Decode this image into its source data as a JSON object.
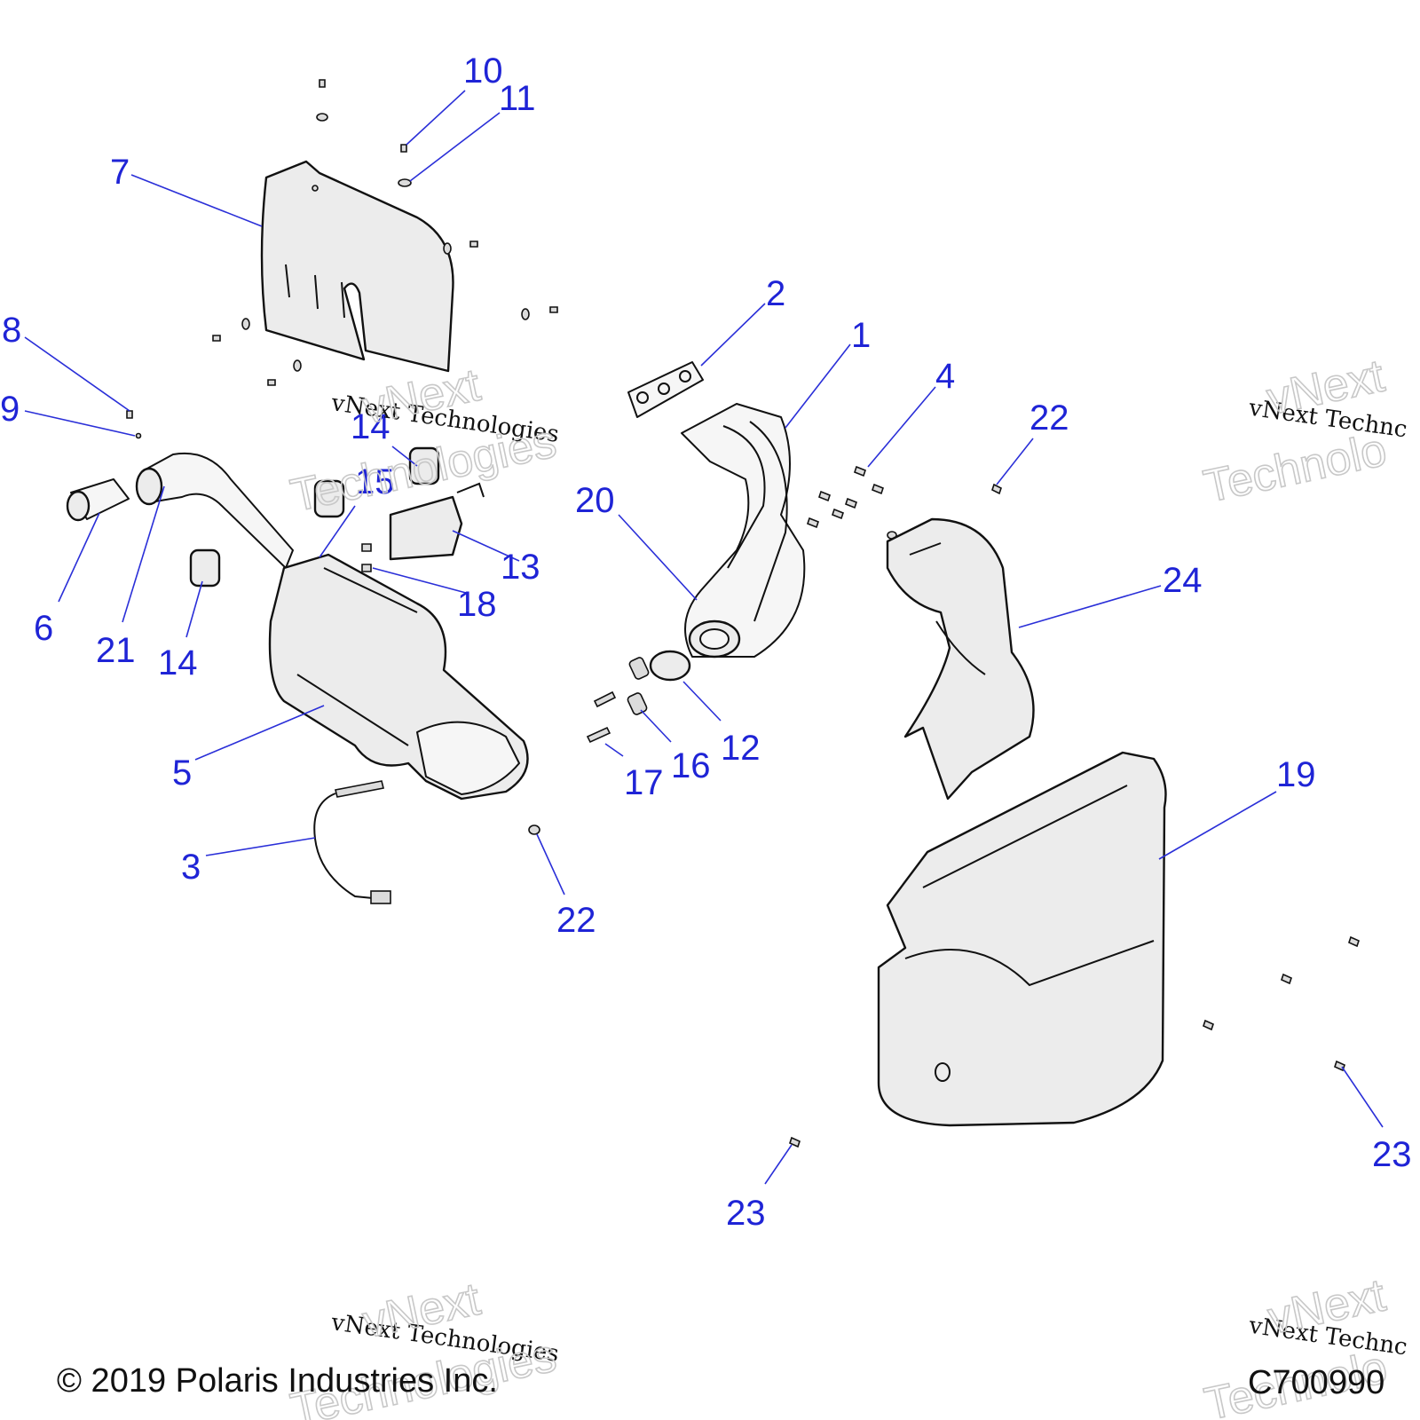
{
  "callouts": [
    {
      "id": "c10",
      "label": "10"
    },
    {
      "id": "c11",
      "label": "11"
    },
    {
      "id": "c7",
      "label": "7"
    },
    {
      "id": "c2",
      "label": "2"
    },
    {
      "id": "c1",
      "label": "1"
    },
    {
      "id": "c8",
      "label": "8"
    },
    {
      "id": "c9",
      "label": "9"
    },
    {
      "id": "c4",
      "label": "4"
    },
    {
      "id": "c22a",
      "label": "22"
    },
    {
      "id": "c14a",
      "label": "14"
    },
    {
      "id": "c15",
      "label": "15"
    },
    {
      "id": "c20",
      "label": "20"
    },
    {
      "id": "c13",
      "label": "13"
    },
    {
      "id": "c24",
      "label": "24"
    },
    {
      "id": "c18",
      "label": "18"
    },
    {
      "id": "c6",
      "label": "6"
    },
    {
      "id": "c21",
      "label": "21"
    },
    {
      "id": "c14b",
      "label": "14"
    },
    {
      "id": "c12",
      "label": "12"
    },
    {
      "id": "c5",
      "label": "5"
    },
    {
      "id": "c16",
      "label": "16"
    },
    {
      "id": "c17",
      "label": "17"
    },
    {
      "id": "c19",
      "label": "19"
    },
    {
      "id": "c3",
      "label": "3"
    },
    {
      "id": "c22b",
      "label": "22"
    },
    {
      "id": "c23a",
      "label": "23"
    },
    {
      "id": "c23b",
      "label": "23"
    }
  ],
  "watermark": {
    "line1": "vNext Technologies",
    "line2a": "vNext",
    "line2b": "Technologies",
    "line1_cut": "vNext Technc",
    "line2a_cut": "vNext",
    "line2b_cut": "Technolo"
  },
  "footer": {
    "copyright": "© 2019 Polaris Industries Inc.",
    "drawing_code": "C700990"
  }
}
